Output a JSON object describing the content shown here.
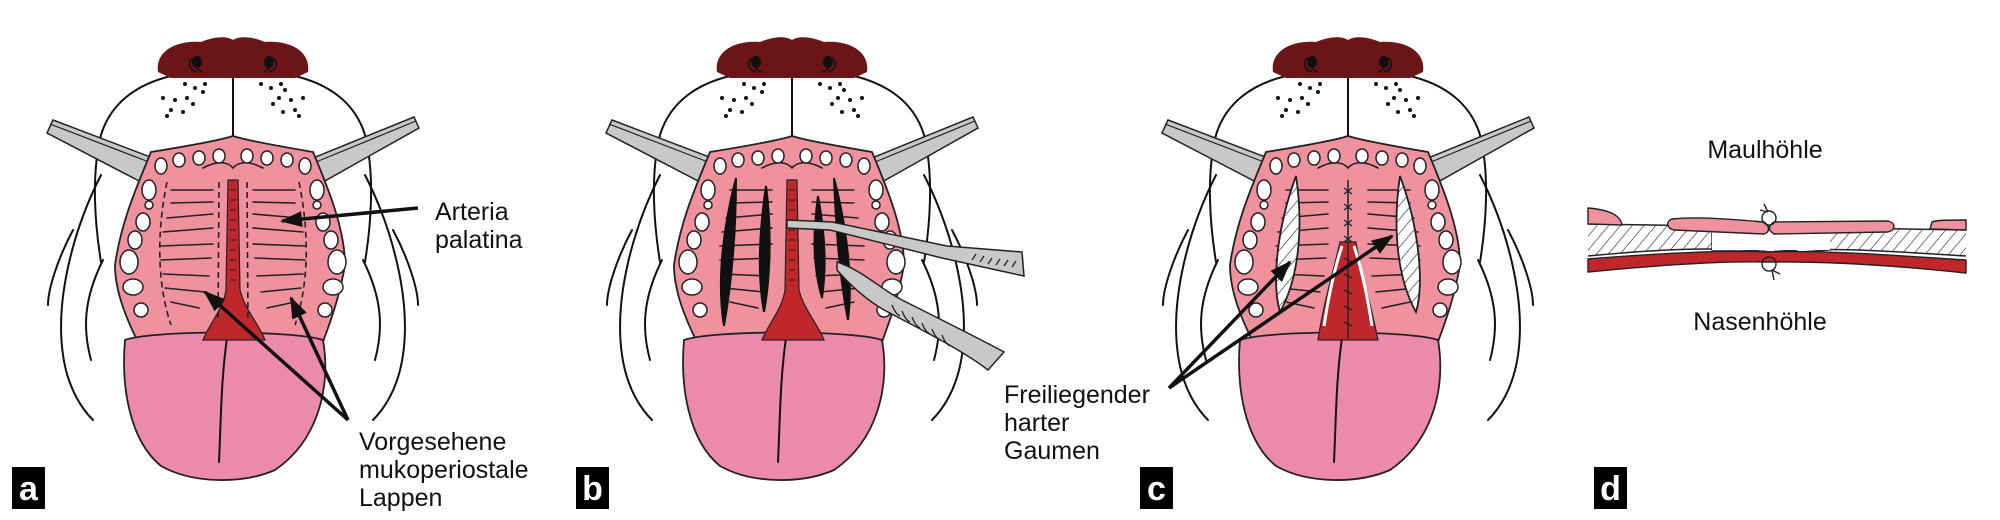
{
  "colors": {
    "nose": "#6b1519",
    "palate": "#f0929d",
    "tongue": "#ec8aad",
    "artery": "#c0272d",
    "instrument": "#c8c8c8",
    "label_box": "#000000"
  },
  "panels": {
    "a": {
      "letter": "a",
      "arteria_label": [
        "Arteria",
        "palatina"
      ],
      "flap_label": [
        "Vorgesehene",
        "mukoperiostale",
        "Lappen"
      ]
    },
    "b": {
      "letter": "b"
    },
    "c": {
      "letter": "c",
      "exposed_label": [
        "Freiliegender",
        "harter",
        "Gaumen"
      ]
    },
    "d": {
      "letter": "d",
      "oral_cavity_label": "Maulhöhle",
      "nasal_cavity_label": "Nasenhöhle"
    }
  }
}
